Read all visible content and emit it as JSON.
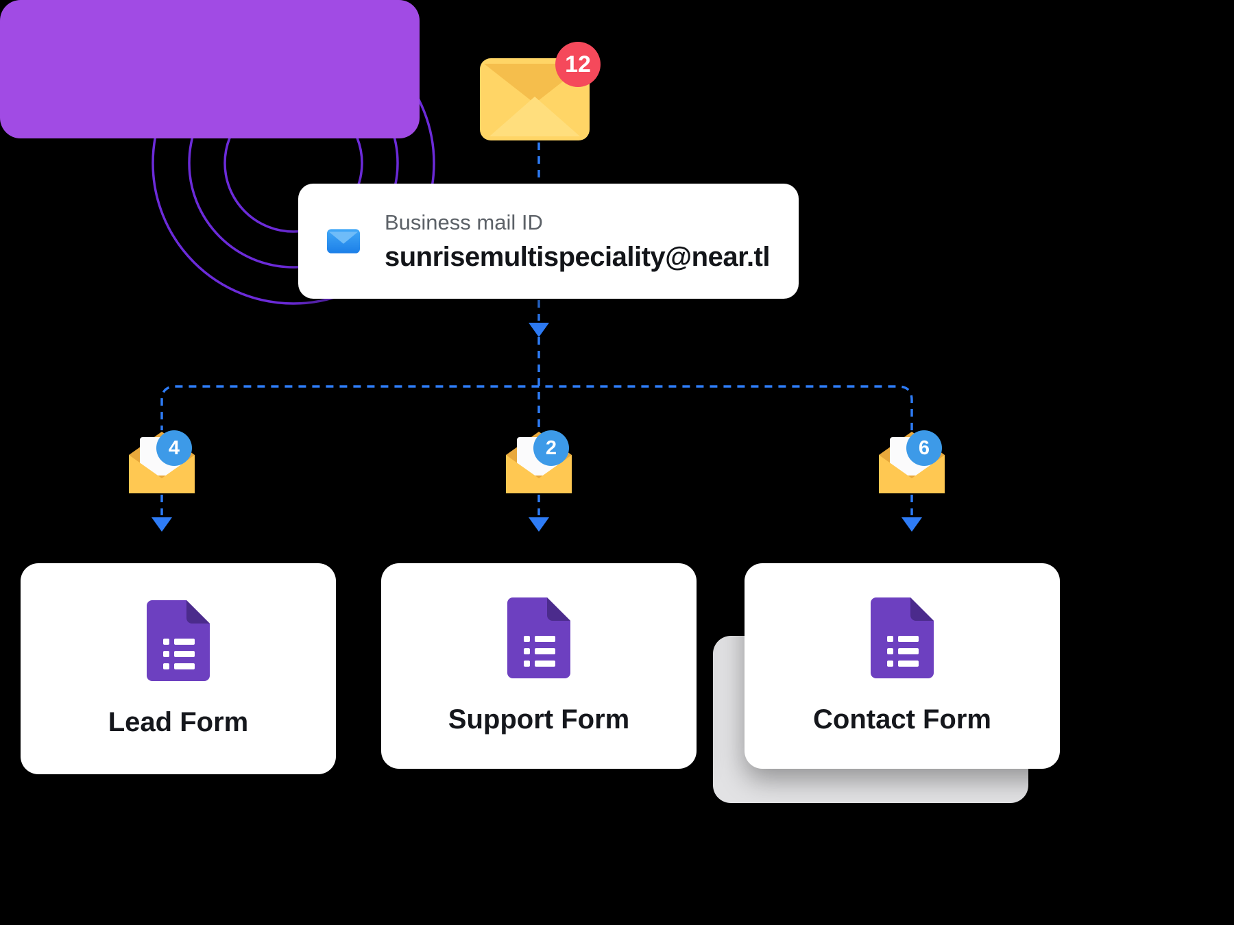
{
  "colors": {
    "page-bg": "#000000",
    "accent-blue": "#2E7CF6",
    "purple-block": "#A14BE4",
    "circle-purple": "#6C2BD9",
    "badge-red": "#F5495B",
    "badge-blue": "#3D9AE8",
    "envelope-yellow": "#FFD15F",
    "forms-purple": "#6D40C0"
  },
  "inbox": {
    "badge_count": "12"
  },
  "mail_card": {
    "label": "Business mail ID",
    "email": "sunrisemultispeciality@near.tl"
  },
  "branches": [
    {
      "id": "lead",
      "badge_count": "4",
      "form_label": "Lead Form"
    },
    {
      "id": "support",
      "badge_count": "2",
      "form_label": "Support Form"
    },
    {
      "id": "contact",
      "badge_count": "6",
      "form_label": "Contact Form"
    }
  ]
}
